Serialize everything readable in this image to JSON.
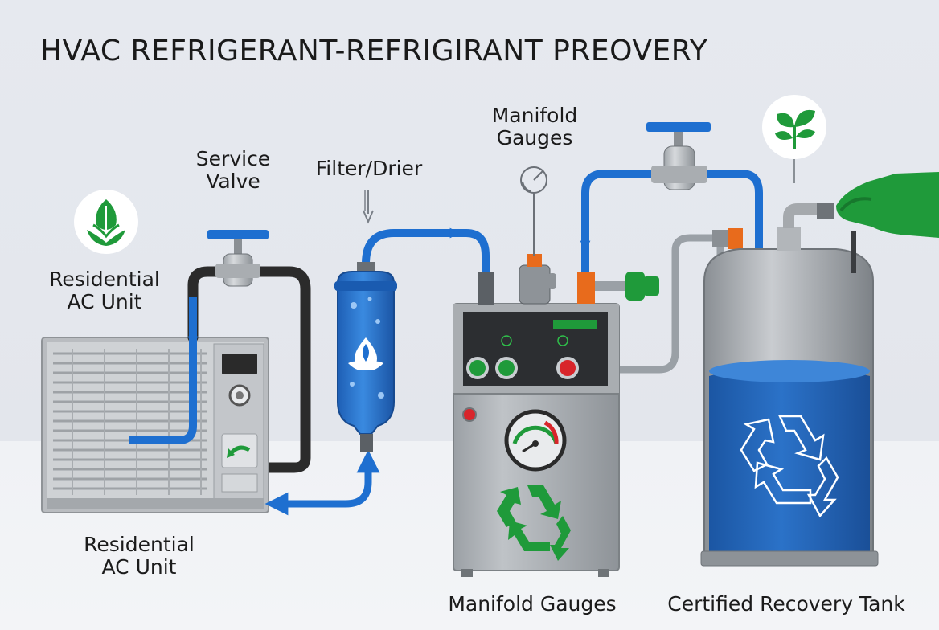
{
  "title": "HVAC REFRIGERANT-REFRIGIRANT PREOVERY",
  "labels": {
    "residential_ac_top_1": "Residential",
    "residential_ac_top_2": "AC Unit",
    "service_valve_1": "Service",
    "service_valve_2": "Valve",
    "filter_drier": "Filter/Drier",
    "manifold_top_1": "Manifold",
    "manifold_top_2": "Gauges",
    "residential_ac_bottom_1": "Residential",
    "residential_ac_bottom_2": "AC Unit",
    "manifold_bottom": "Manifold Gauges",
    "recovery_tank": "Certified Recovery Tank"
  },
  "colors": {
    "pipe_blue": "#1e6fd0",
    "pipe_black": "#2b2b2b",
    "pipe_gray": "#9aa0a6",
    "green": "#1f9a3a",
    "orange": "#e86b1c",
    "red": "#d8252b",
    "tank_blue": "#1f64b8"
  },
  "icons": [
    "leaf-badge-icon",
    "recycle-icon",
    "pressure-gauge-icon",
    "arrow-icon",
    "glove-hand-icon"
  ]
}
